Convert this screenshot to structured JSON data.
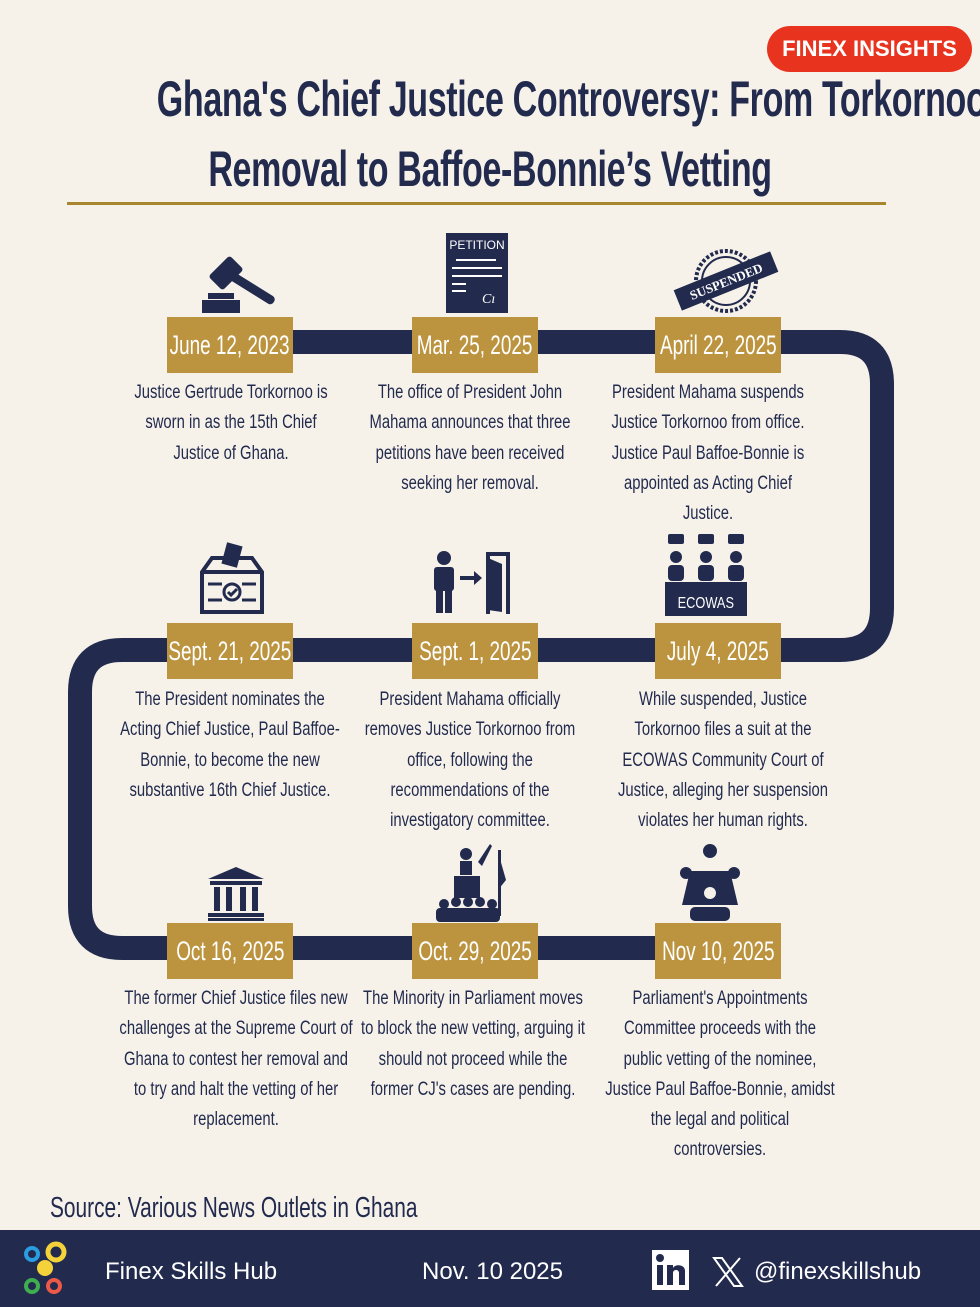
{
  "badge": "FINEX INSIGHTS",
  "title": {
    "line1": "Ghana's Chief Justice Controversy: From Torkornoo’s",
    "line2": "Removal to Baffoe-Bonnie’s Vetting"
  },
  "colors": {
    "navy": "#222a4e",
    "gold": "#bc9440",
    "background": "#f6f2ea",
    "badge": "#e8341f"
  },
  "events": [
    {
      "date": "June 12, 2023",
      "icon": "gavel-icon",
      "text": "Justice Gertrude Torkornoo is sworn in as the 15th Chief Justice of Ghana."
    },
    {
      "date": "Mar. 25, 2025",
      "icon": "petition-icon",
      "icon_text": "PETITION",
      "text": "The office of President John Mahama announces that three petitions have been received seeking her removal."
    },
    {
      "date": "April 22, 2025",
      "icon": "suspended-stamp-icon",
      "icon_text": "SUSPENDED",
      "text": "President Mahama suspends Justice Torkornoo from office. Justice Paul Baffoe-Bonnie is appointed as Acting Chief Justice."
    },
    {
      "date": "July 4, 2025",
      "icon": "ecowas-court-icon",
      "icon_text": "ECOWAS",
      "text": "While suspended, Justice Torkornoo files a suit at the ECOWAS Community Court of Justice, alleging her suspension violates her human rights."
    },
    {
      "date": "Sept. 1, 2025",
      "icon": "exit-door-icon",
      "text": "President Mahama officially removes Justice Torkornoo from office, following the recommendations of the investigatory committee."
    },
    {
      "date": "Sept. 21, 2025",
      "icon": "ballot-box-icon",
      "text": "The President nominates the Acting Chief Justice, Paul Baffoe-Bonnie, to become the new substantive 16th Chief Justice."
    },
    {
      "date": "Oct 16, 2025",
      "icon": "courthouse-icon",
      "text": "The former Chief Justice files new challenges at the Supreme Court of Ghana to contest her removal and to try and halt the vetting of her replacement."
    },
    {
      "date": "Oct. 29, 2025",
      "icon": "parliament-speaker-icon",
      "text": "The Minority in Parliament moves to block the new vetting, arguing it should not proceed while the former CJ's cases are pending."
    },
    {
      "date": "Nov 10, 2025",
      "icon": "committee-meeting-icon",
      "text": "Parliament's Appointments Committee proceeds with the public vetting of the nominee, Justice Paul Baffoe-Bonnie, amidst the legal and political controversies."
    }
  ],
  "source": "Source: Various News Outlets in Ghana",
  "footer": {
    "brand": "Finex Skills Hub",
    "date": "Nov. 10 2025",
    "handle": "@finexskillshub"
  }
}
